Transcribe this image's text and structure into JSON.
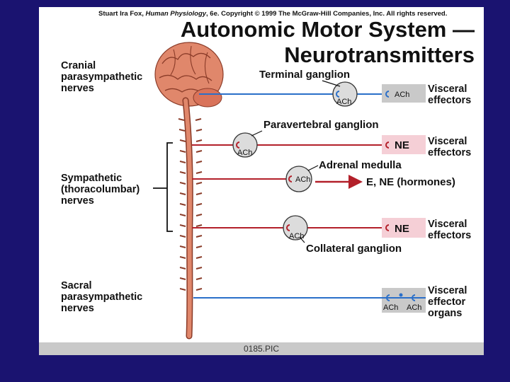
{
  "credit": {
    "prefix": "Stuart Ira Fox, ",
    "book": "Human Physiology",
    "suffix": ", 6e. Copyright © 1999 The McGraw-Hill Companies, Inc.  All rights reserved."
  },
  "title": {
    "line1": "Autonomic Motor System —",
    "line2": "Neurotransmitters"
  },
  "labels": {
    "cranial": [
      "Cranial",
      "parasympathetic",
      "nerves"
    ],
    "sympathetic": [
      "Sympathetic",
      "(thoracolumbar)",
      "nerves"
    ],
    "sacral": [
      "Sacral",
      "parasympathetic",
      "nerves"
    ]
  },
  "ganglia": {
    "terminal": "Terminal ganglion",
    "paravertebral": "Paravertebral ganglion",
    "adrenal": "Adrenal medulla",
    "collateral": "Collateral ganglion"
  },
  "transmitters": {
    "ach": "ACh",
    "ne": "NE",
    "hormones": "E, NE (hormones)"
  },
  "effectors": {
    "visceral": [
      "Visceral",
      "effectors"
    ],
    "organs": [
      "Visceral",
      "effector",
      "organs"
    ]
  },
  "colors": {
    "parasympathetic": "#2a6fc9",
    "sympathetic": "#b3202a",
    "ach_box": "#c9c9c9",
    "ne_box": "#f5cfd6",
    "brain": "#e0876b"
  },
  "footer": "0185.PIC"
}
